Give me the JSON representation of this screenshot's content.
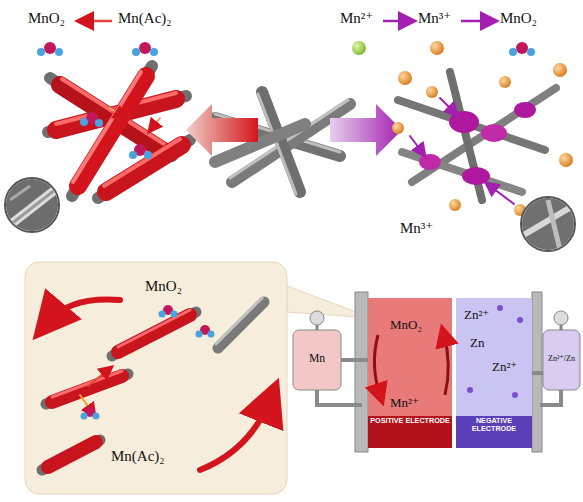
{
  "diagram": {
    "nodes": [
      {
        "text": [
          "MnO₂",
          "Mn(Ac)₂"
        ]
      },
      {
        "text": [
          "Mn"
        ]
      },
      {
        "text": [
          "MnO₂",
          "Mn²⁺",
          "POSITIVE ELECTRODE"
        ]
      },
      {
        "text": [
          "Zn²⁺",
          "Zn",
          "Zn²⁺",
          "NEGATIVE ELECTRODE"
        ]
      },
      {
        "text": [
          "Zn²⁺/Zn"
        ]
      }
    ],
    "edges": [
      {
        "from": 1,
        "to": 2,
        "arrow": "none"
      },
      {
        "from": 3,
        "to": 4,
        "arrow": "none"
      }
    ],
    "labels": [
      "MnO₂",
      "Mn(Ac)₂",
      "Mn²⁺",
      "Mn³⁺",
      "MnO₂",
      "Mn³⁺"
    ]
  }
}
